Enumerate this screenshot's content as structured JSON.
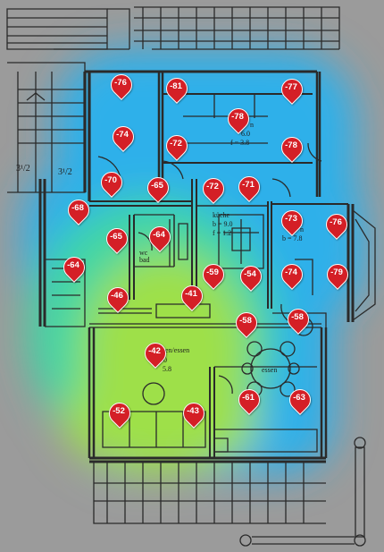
{
  "heatmap": {
    "colors": {
      "background": "#9b9b9b",
      "strong": "#9ee04a",
      "medium": "#3fd6a4",
      "weak": "#2fb0ea",
      "walls": "#2a2a2a",
      "pin": "#d41f26"
    }
  },
  "stair_labels": [
    "3¹/2",
    "3¹/2"
  ],
  "room_labels": {
    "top_room": [
      "n",
      "6.0",
      "f = 3.8"
    ],
    "kueche": [
      "küche",
      "b = 9.0",
      "f = 1.2"
    ],
    "right_room": [
      "n",
      "b = 7.8"
    ],
    "wc": [
      "wc",
      "bad"
    ],
    "wohnen": [
      "en/essen",
      "0",
      "5.8"
    ],
    "essen": [
      "essen"
    ]
  },
  "markers": [
    "-76",
    "-81",
    "-77",
    "-78",
    "-74",
    "-72",
    "-78",
    "-70",
    "-65",
    "-72",
    "-71",
    "-68",
    "-73",
    "-76",
    "-65",
    "-64",
    "-64",
    "-46",
    "-41",
    "-59",
    "-54",
    "-74",
    "-79",
    "-58",
    "-58",
    "-42",
    "-61",
    "-63",
    "-52",
    "-43"
  ]
}
